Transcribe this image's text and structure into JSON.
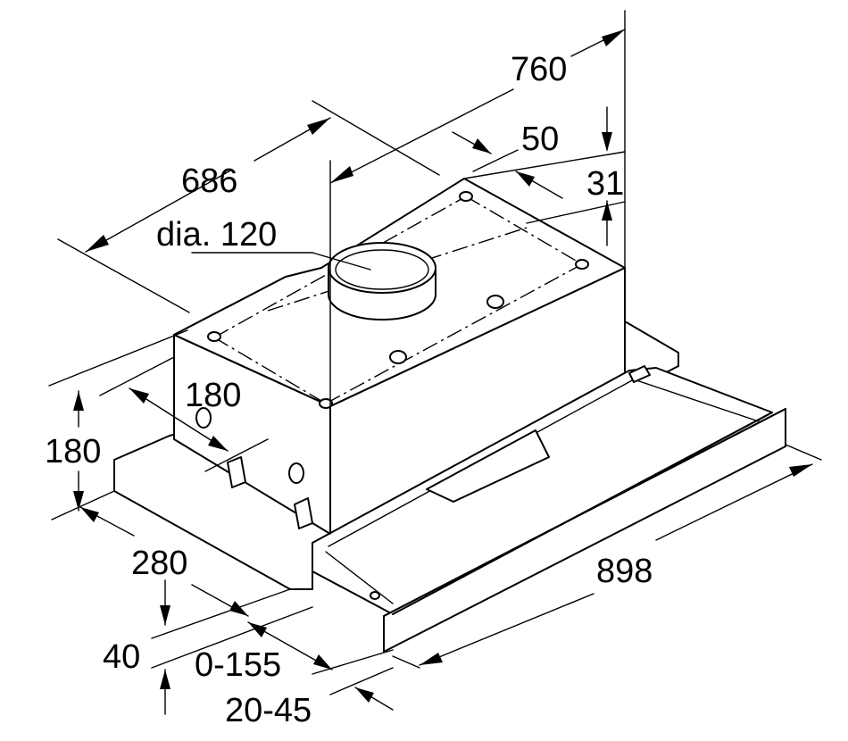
{
  "figure": {
    "dimensions": {
      "width_total": "760",
      "depth": "686",
      "offset_50": "50",
      "offset_31": "31",
      "duct_diameter": "dia. 120",
      "inner_depth": "180",
      "height": "180",
      "front_depth": "280",
      "extension": "0-155",
      "lip": "40",
      "front_panel": "20-45",
      "width_front": "898"
    }
  }
}
